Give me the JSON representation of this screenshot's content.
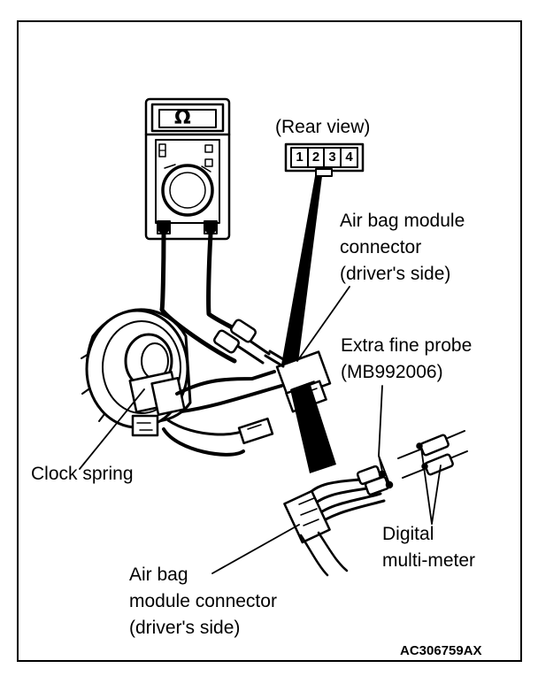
{
  "meter": {
    "display_symbol": "Ω"
  },
  "rear_view": {
    "label": "(Rear view)",
    "pins": [
      "1",
      "2",
      "3",
      "4"
    ]
  },
  "labels": {
    "connector_upper": [
      "Air bag module",
      "connector",
      "(driver's side)"
    ],
    "probe": [
      "Extra fine probe",
      "(MB992006)"
    ],
    "clock_spring": "Clock spring",
    "digital_meter": [
      "Digital",
      "multi-meter"
    ],
    "connector_lower": [
      "Air bag",
      "module connector",
      "(driver's side)"
    ]
  },
  "figure_code": "AC306759AX"
}
